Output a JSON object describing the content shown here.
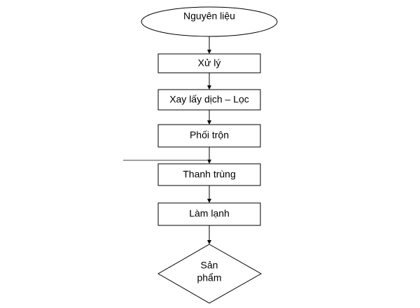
{
  "flowchart": {
    "start": {
      "label": "Nguyên liệu"
    },
    "steps": [
      {
        "label": "Xử lý"
      },
      {
        "label": "Xay lấy dịch – Lọc"
      },
      {
        "label": "Phối trộn"
      },
      {
        "label": "Thanh trùng"
      },
      {
        "label": "Làm lạnh"
      }
    ],
    "end": {
      "label_lines": [
        "Sản",
        "phẩm"
      ]
    }
  }
}
